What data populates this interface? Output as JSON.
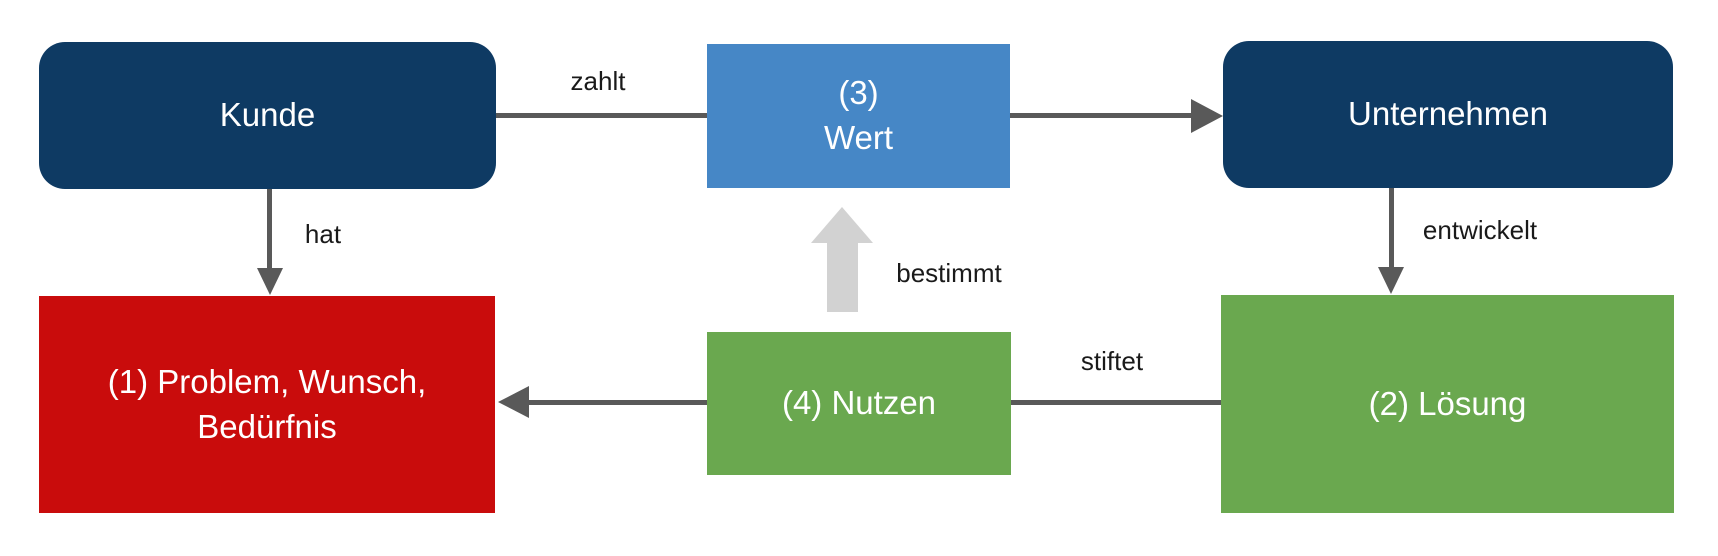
{
  "nodes": {
    "kunde": {
      "label": "Kunde"
    },
    "wert": {
      "label": "(3)\nWert"
    },
    "unternehmen": {
      "label": "Unternehmen"
    },
    "problem": {
      "label": "(1) Problem, Wunsch,\nBedürfnis"
    },
    "nutzen": {
      "label": "(4) Nutzen"
    },
    "loesung": {
      "label": "(2) Lösung"
    }
  },
  "edges": [
    {
      "from": "Kunde",
      "to": "(3) Wert",
      "label": "zahlt",
      "style": "solid-dark"
    },
    {
      "from": "(3) Wert",
      "to": "Unternehmen",
      "label": "",
      "style": "solid-dark-arrowhead"
    },
    {
      "from": "Kunde",
      "to": "(1) Problem, Wunsch, Bedürfnis",
      "label": "hat",
      "style": "solid-dark-arrowhead"
    },
    {
      "from": "Unternehmen",
      "to": "(2) Lösung",
      "label": "entwickelt",
      "style": "solid-dark-arrowhead"
    },
    {
      "from": "(2) Lösung",
      "to": "(4) Nutzen",
      "label": "stiftet",
      "style": "solid-dark"
    },
    {
      "from": "(4) Nutzen",
      "to": "(1) Problem, Wunsch, Bedürfnis",
      "label": "",
      "style": "solid-dark-arrowhead"
    },
    {
      "from": "(4) Nutzen",
      "to": "(3) Wert",
      "label": "bestimmt",
      "style": "thick-light-gray-arrowhead"
    }
  ],
  "colors": {
    "node_kunde_unternehmen": "#0e3a63",
    "node_wert": "#4687c6",
    "node_problem": "#c90c0c",
    "node_nutzen_loesung": "#6aa84f",
    "arrow_dark": "#595959",
    "arrow_light": "#d2d2d2",
    "node_text": "#ffffff",
    "edge_label_text": "#1a1a1a",
    "background": "#ffffff"
  }
}
